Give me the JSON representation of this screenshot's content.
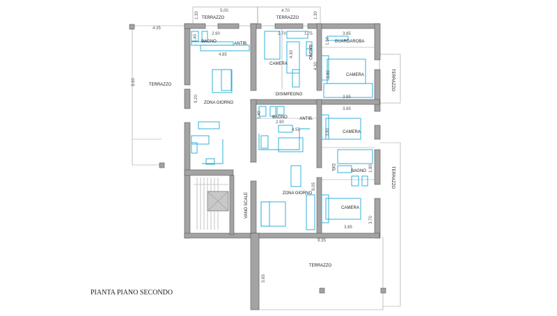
{
  "title": "PIANTA PIANO SECONDO",
  "rooms": {
    "terrazzo_top_left": "TERRAZZO",
    "terrazzo_top_right": "TERRAZZO",
    "terrazzo_left": "TERRAZZO",
    "terrazzo_right_upper": "TERRAZZO",
    "terrazzo_right_lower": "TERRAZZO",
    "terrazzo_bottom": "TERRAZZO",
    "bagno_a": "BAGNO",
    "antib_a": "ANTIB.",
    "zona_giorno_a": "ZONA GIORNO",
    "camera_b": "CAMERA",
    "bagno_b": "BAGNO",
    "guardaroba": "GUARDAROBA",
    "camera_b2": "CAMERA",
    "disimpegno": "DISIMPEGNO",
    "bagno_c": "BAGNO",
    "antib_c": "ANTIB.",
    "camera_c": "CAMERA",
    "dis_c": "DIS.",
    "bagno_c2": "BAGNO",
    "camera_c2": "CAMERA",
    "zona_giorno_c": "ZONA GIORNO",
    "vano_scale": "VANO SCALE"
  },
  "dims": {
    "d500": "5.00",
    "d470": "4.70",
    "d130a": "1.30",
    "d130b": "1.30",
    "d435": "4.35",
    "d860": "8.60",
    "d290a": "2.90",
    "d140a": "1.40",
    "d485": "4.85",
    "d920": "9.20",
    "d270": "2.70",
    "d430a": "4.30",
    "d175": "1.75",
    "d430b": "4.30",
    "d385a": "3.85",
    "d150": "1.50",
    "d380a": "3.80",
    "d385b": "3.85",
    "d385c": "3.85",
    "d140b": "1.40",
    "d290b": "2.90",
    "d455": "4.55",
    "d380b": "3.80",
    "d180": "1.80",
    "d805": "8.05",
    "d370": "3.70",
    "d385d": "3.85",
    "d935": "9.35",
    "d565": "5.65"
  },
  "colors": {
    "wall": "#a3a3a3",
    "furniture": "#1aa8d8"
  }
}
